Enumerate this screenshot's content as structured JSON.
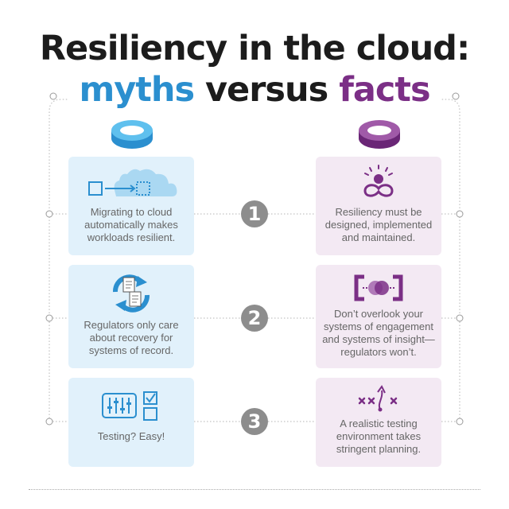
{
  "title": {
    "line1": "Resiliency in the cloud:",
    "word_myths": "myths",
    "word_versus": " versus ",
    "word_facts": "facts"
  },
  "rows": [
    {
      "number": "1",
      "myth": "Migrating to cloud\nautomatically makes\nworkloads resilient.",
      "fact": "Resiliency must be\ndesigned, implemented\nand maintained."
    },
    {
      "number": "2",
      "myth": "Regulators only care\nabout recovery for\nsystems of record.",
      "fact": "Don’t overlook your\nsystems of engagement\nand systems of insight—\nregulators won’t."
    },
    {
      "number": "3",
      "myth": "Testing? Easy!",
      "fact": "A realistic testing\nenvironment takes\nstringent planning."
    }
  ],
  "colors": {
    "myth_blue": "#2b8fcf",
    "fact_purple": "#7b2f86",
    "myth_card": "#e1f1fb",
    "fact_card": "#f3e9f3",
    "number_gray": "#8d8d8d"
  },
  "icons": [
    "ring-blue-icon",
    "ring-purple-icon",
    "cloud-migration-icon",
    "meditating-person-icon",
    "document-cycle-icon",
    "linked-circles-icon",
    "sliders-checklist-icon",
    "play-diagram-icon"
  ]
}
